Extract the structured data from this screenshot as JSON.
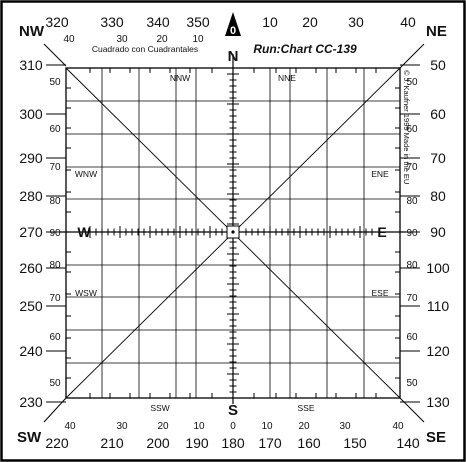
{
  "title": "Cuadrado con Cuadrantales",
  "model": "Run:Chart CC-139",
  "side_text": "© J. Kaufner  1999  Made in the EU",
  "corners": {
    "nw": "NW",
    "ne": "NE",
    "sw": "SW",
    "se": "SE"
  },
  "cardinals": {
    "n": "N",
    "s": "S",
    "e": "E",
    "w": "W"
  },
  "north_zero": "0",
  "intercardinals": {
    "nnw": "NNW",
    "nne": "NNE",
    "wnw": "WNW",
    "ene": "ENE",
    "wsw": "WSW",
    "ese": "ESE",
    "ssw": "SSW",
    "sse": "SSE"
  },
  "scales": {
    "top_outer": [
      "320",
      "330",
      "340",
      "350",
      "10",
      "20",
      "30",
      "40"
    ],
    "top_inner": [
      "40",
      "30",
      "20",
      "10"
    ],
    "bottom_outer": [
      "220",
      "210",
      "200",
      "190",
      "180",
      "170",
      "160",
      "150",
      "140"
    ],
    "bottom_inner": [
      "40",
      "30",
      "20",
      "10",
      "0",
      "10",
      "20",
      "30",
      "40"
    ],
    "left_outer": [
      "310",
      "300",
      "290",
      "280",
      "270",
      "260",
      "250",
      "240",
      "230"
    ],
    "left_inner": [
      "50",
      "60",
      "70",
      "80",
      "90",
      "80",
      "70",
      "60",
      "50"
    ],
    "right_outer": [
      "50",
      "60",
      "70",
      "80",
      "90",
      "100",
      "110",
      "120",
      "130"
    ],
    "right_inner": [
      "50",
      "60",
      "70",
      "80",
      "90",
      "80",
      "70",
      "60",
      "50"
    ]
  }
}
